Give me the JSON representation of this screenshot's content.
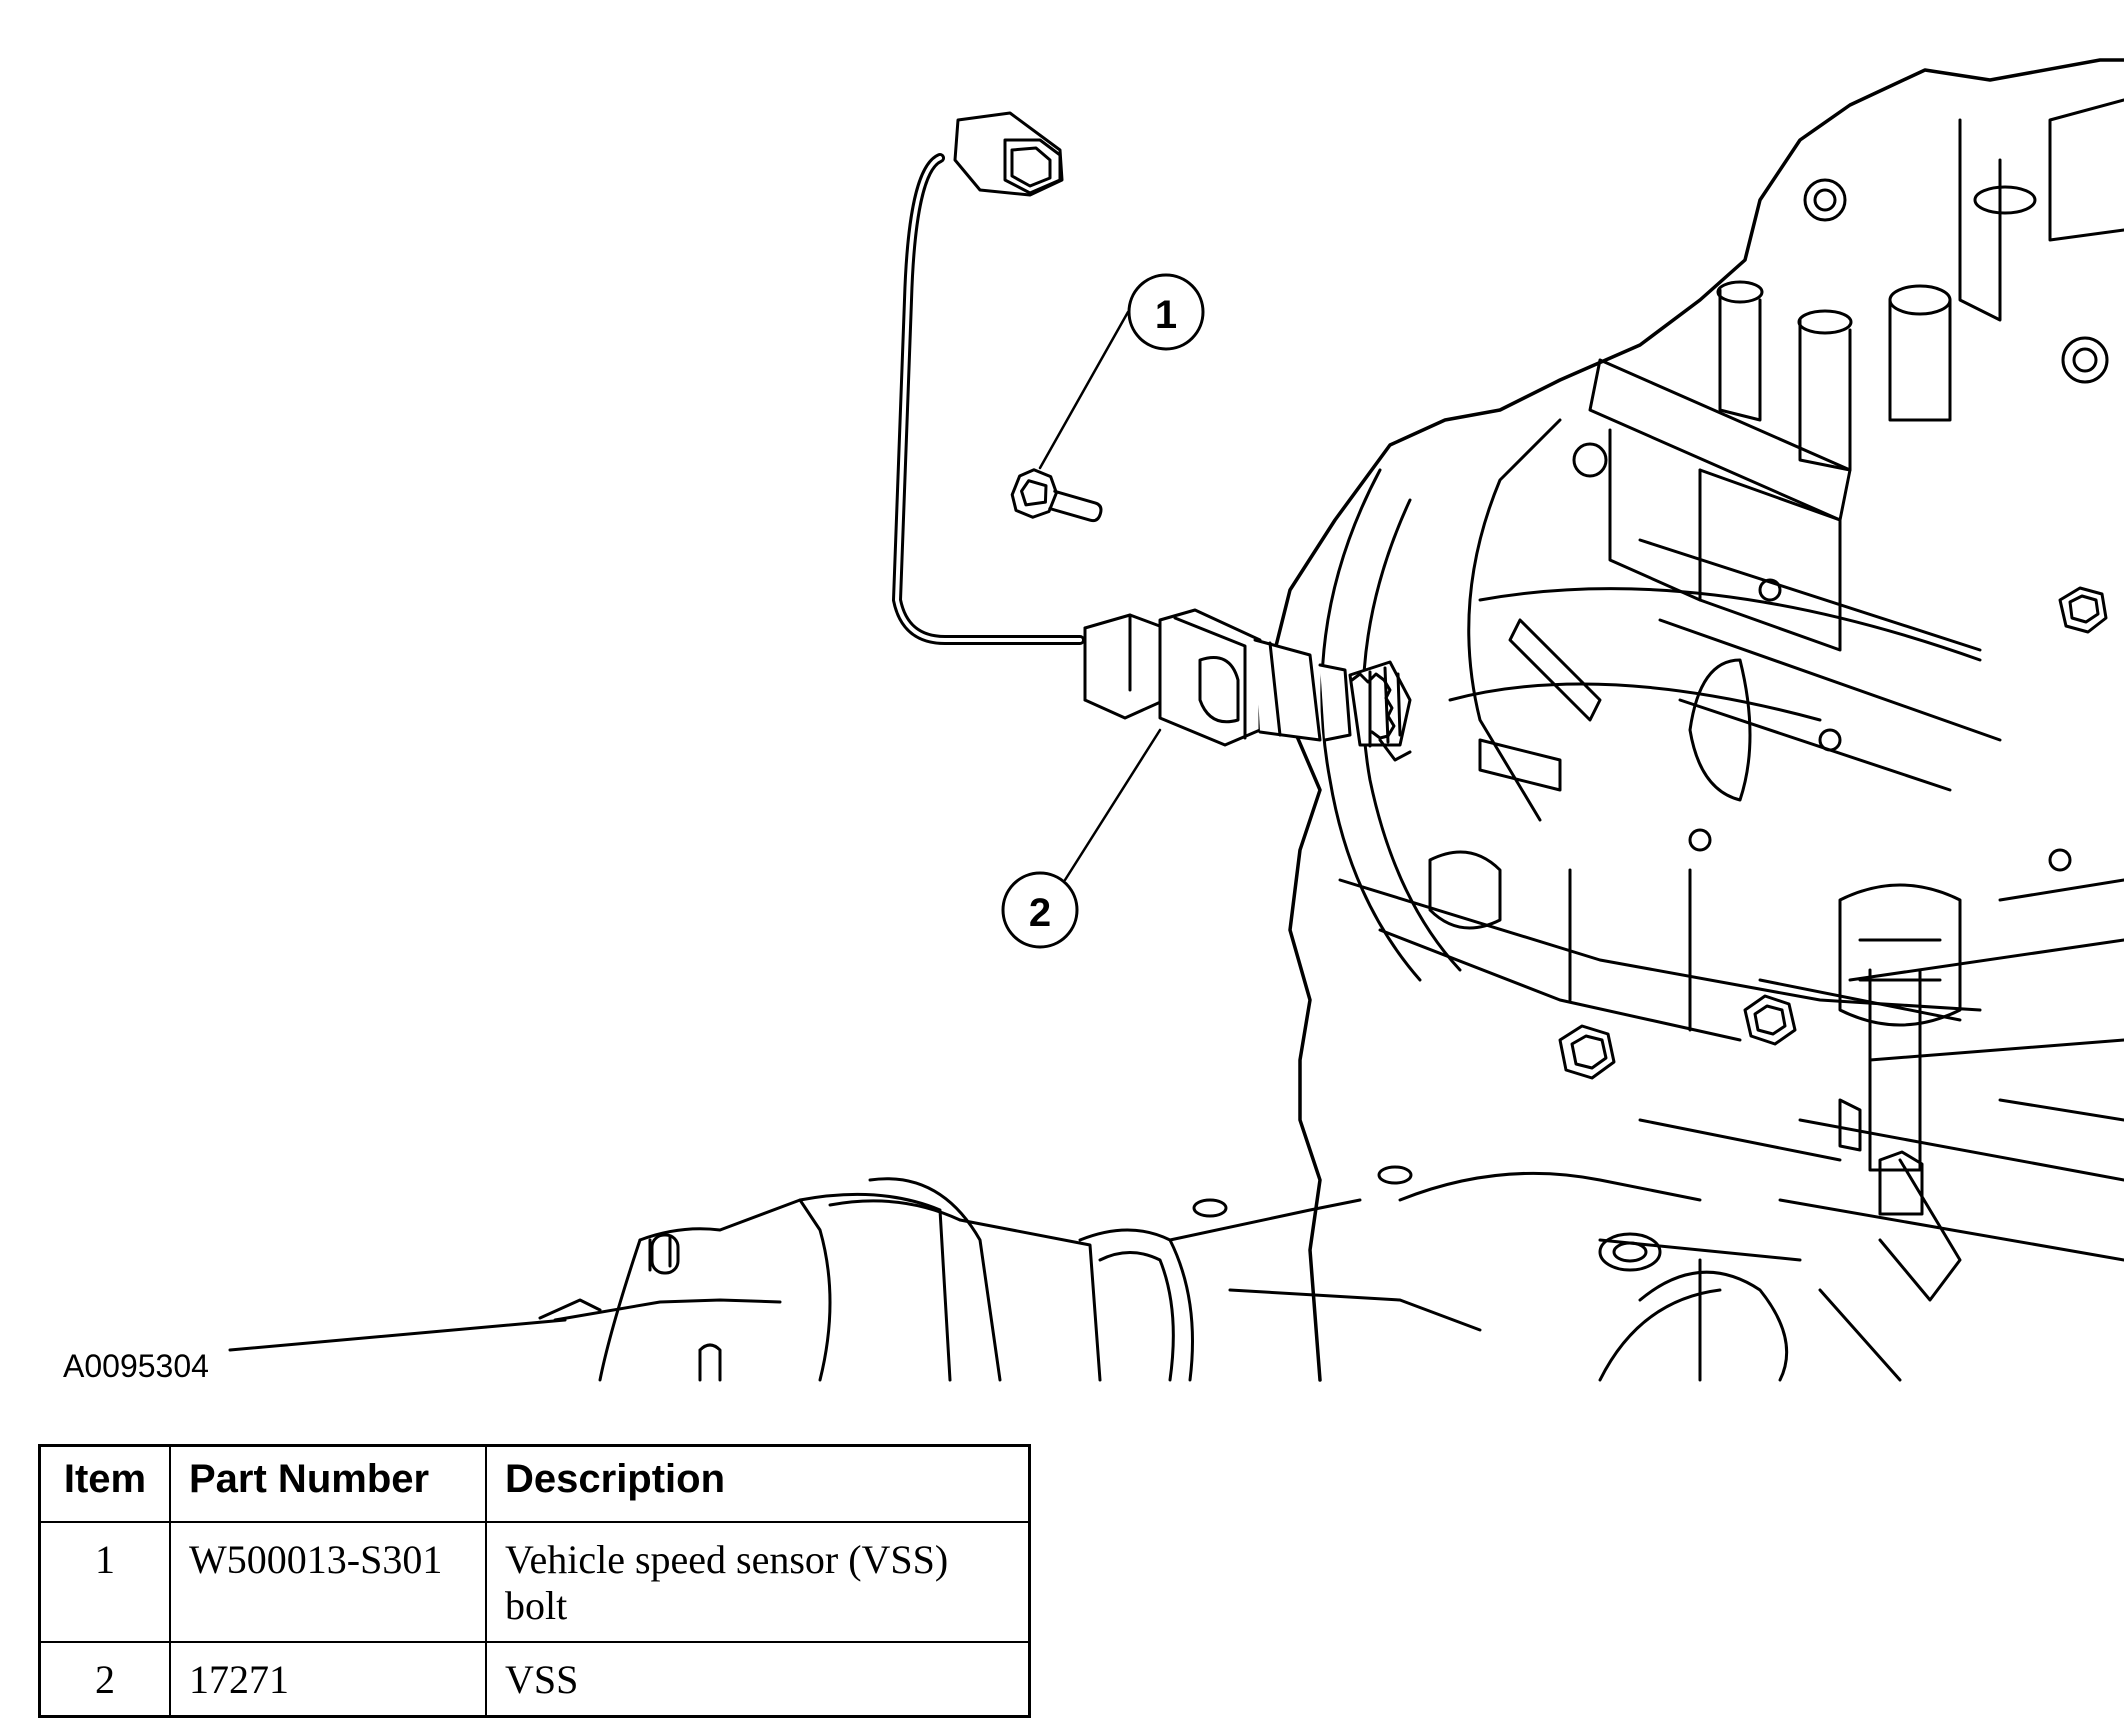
{
  "figure": {
    "id_label": "A0095304",
    "callouts": [
      {
        "number": "1",
        "target": "VSS bolt"
      },
      {
        "number": "2",
        "target": "VSS"
      }
    ]
  },
  "table": {
    "headers": {
      "item": "Item",
      "part_number": "Part Number",
      "description": "Description"
    },
    "rows": [
      {
        "item": "1",
        "part_number": "W500013-S301",
        "description": "Vehicle speed sensor (VSS) bolt"
      },
      {
        "item": "2",
        "part_number": "17271",
        "description": "VSS"
      }
    ]
  }
}
